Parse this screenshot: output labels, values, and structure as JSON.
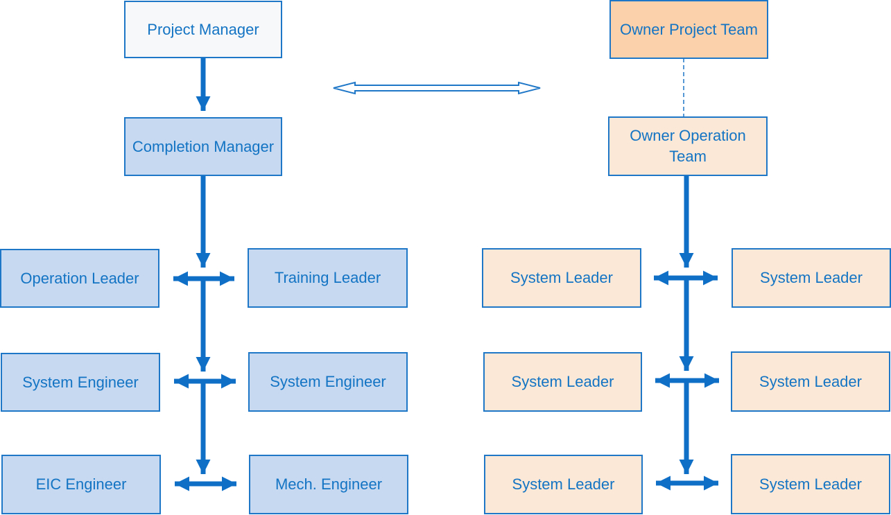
{
  "colors": {
    "line": "#0f6fc6",
    "border": "#1f77c8",
    "text": "#1474c4",
    "box_white": "#f7f8f9",
    "box_blue": "#c6d9f1",
    "box_peach": "#fbe8d6",
    "box_orange": "#fad1ab"
  },
  "contractor": {
    "project_manager": "Project Manager",
    "completion_manager": "Completion Manager",
    "operation_leader": "Operation Leader",
    "training_leader": "Training Leader",
    "system_engineer_left": "System Engineer",
    "system_engineer_right": "System Engineer",
    "eic_engineer": "EIC Engineer",
    "mech_engineer": "Mech. Engineer"
  },
  "owner": {
    "project_team": "Owner Project Team",
    "operation_team": "Owner Operation Team",
    "system_leader_1": "System Leader",
    "system_leader_2": "System Leader",
    "system_leader_3": "System Leader",
    "system_leader_4": "System Leader",
    "system_leader_5": "System Leader",
    "system_leader_6": "System Leader"
  }
}
